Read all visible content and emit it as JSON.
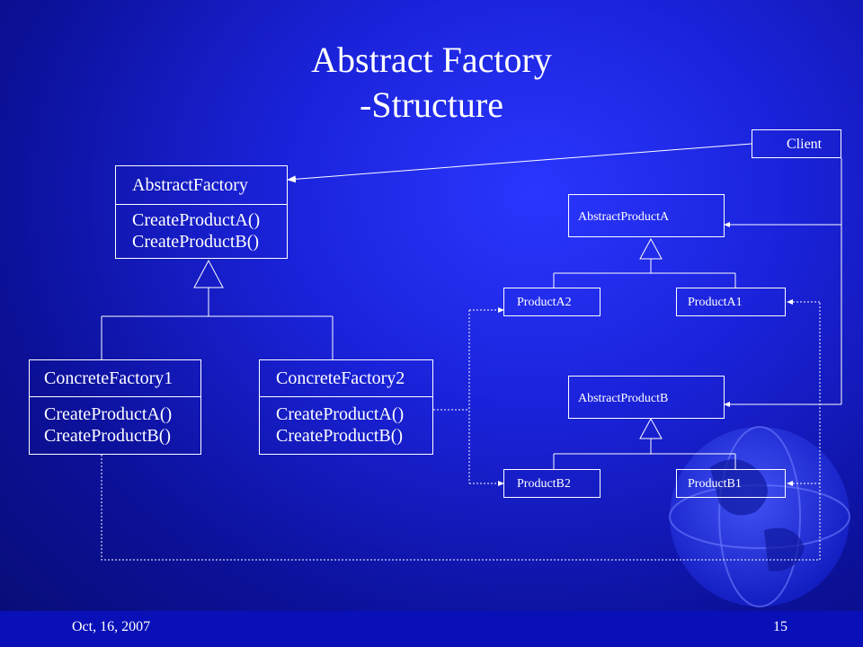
{
  "slide": {
    "title_line1": "Abstract Factory",
    "title_line2": "-Structure",
    "footer_date": "Oct,  16, 2007",
    "page_number": "15"
  },
  "diagram": {
    "client": "Client",
    "abstract_factory": {
      "name": "AbstractFactory",
      "op1": "CreateProductA()",
      "op2": "CreateProductB()"
    },
    "concrete_factory1": {
      "name": "ConcreteFactory1",
      "op1": "CreateProductA()",
      "op2": "CreateProductB()"
    },
    "concrete_factory2": {
      "name": "ConcreteFactory2",
      "op1": "CreateProductA()",
      "op2": "CreateProductB()"
    },
    "abstract_product_a": "AbstractProductA",
    "abstract_product_b": "AbstractProductB",
    "product_a2": "ProductA2",
    "product_a1": "ProductA1",
    "product_b2": "ProductB2",
    "product_b1": "ProductB1"
  }
}
